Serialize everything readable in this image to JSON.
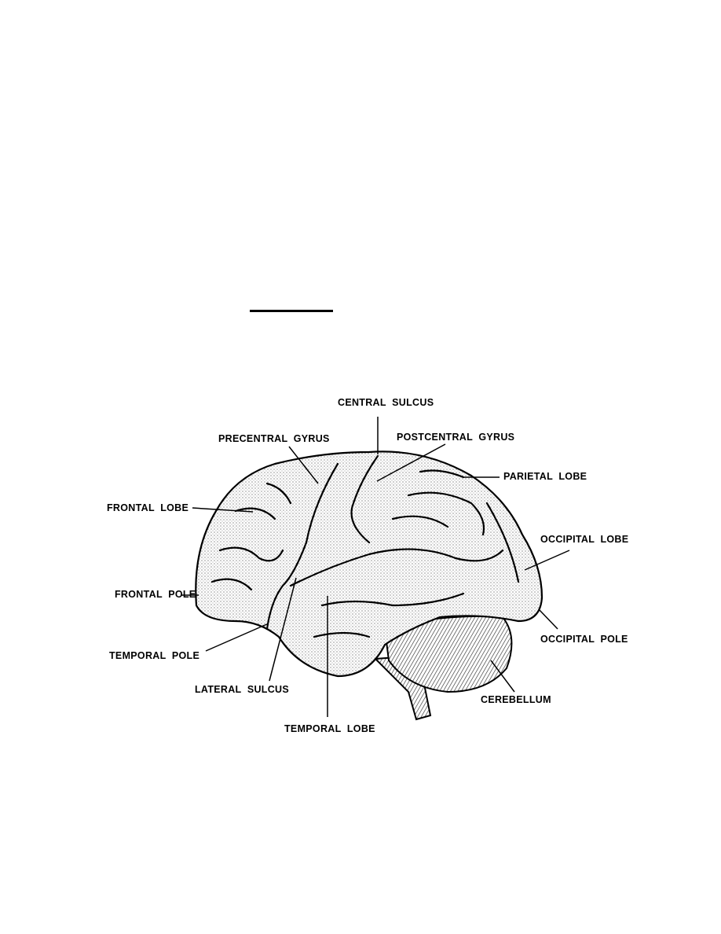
{
  "figure": {
    "labels": {
      "central_sulcus": "CENTRAL  SULCUS",
      "precentral_gyrus": "PRECENTRAL  GYRUS",
      "postcentral_gyrus": "POSTCENTRAL  GYRUS",
      "parietal_lobe": "PARIETAL  LOBE",
      "frontal_lobe": "FRONTAL  LOBE",
      "occipital_lobe": "OCCIPITAL  LOBE",
      "frontal_pole": "FRONTAL  POLE",
      "occipital_pole": "OCCIPITAL  POLE",
      "temporal_pole": "TEMPORAL  POLE",
      "lateral_sulcus": "LATERAL  SULCUS",
      "cerebellum": "CEREBELLUM",
      "temporal_lobe": "TEMPORAL  LOBE"
    }
  }
}
